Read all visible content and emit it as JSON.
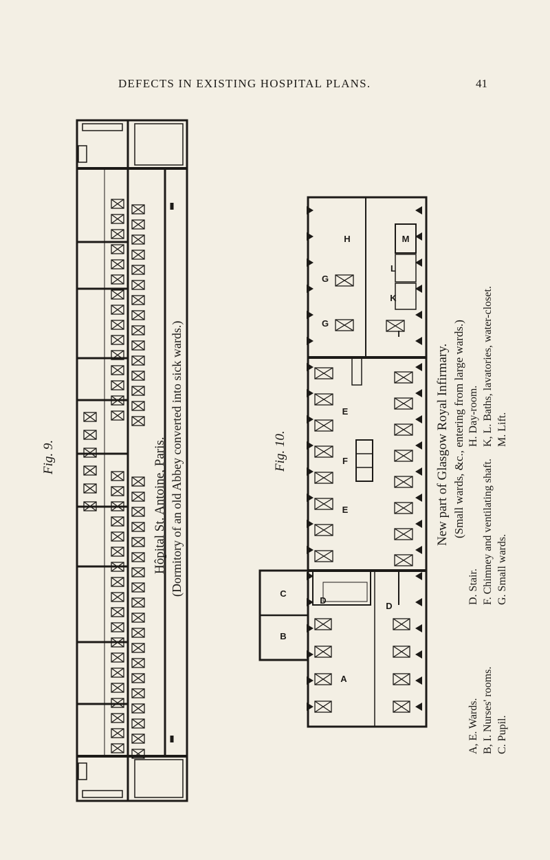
{
  "header": {
    "title": "DEFECTS IN EXISTING HOSPITAL PLANS.",
    "page_number": "41"
  },
  "figure9": {
    "label": "Fig. 9.",
    "caption_line1": "Hôpital St. Antoine, Paris.",
    "caption_line2": "(Dormitory of an old Abbey converted into sick wards.)"
  },
  "figure10": {
    "label": "Fig. 10.",
    "caption_line1": "New part of Glasgow Royal Infirmary.",
    "caption_line2": "(Small wards, &c., entering from large wards.)",
    "plan_letters": [
      "A",
      "B",
      "C",
      "D",
      "D",
      "E",
      "E",
      "F",
      "G",
      "G",
      "H",
      "I",
      "K",
      "L",
      "M"
    ],
    "legend": [
      "A, E. Wards.",
      "B, I. Nurses' rooms.",
      "C. Pupil.",
      "D. Stair.",
      "F. Chimney and ventilating shaft.",
      "G. Small wards.",
      "H. Day-room.",
      "K, L. Baths, lavatories, water-closet.",
      "M. Lift."
    ]
  },
  "colors": {
    "paper": "#f3efe4",
    "ink": "#1c1a17"
  }
}
